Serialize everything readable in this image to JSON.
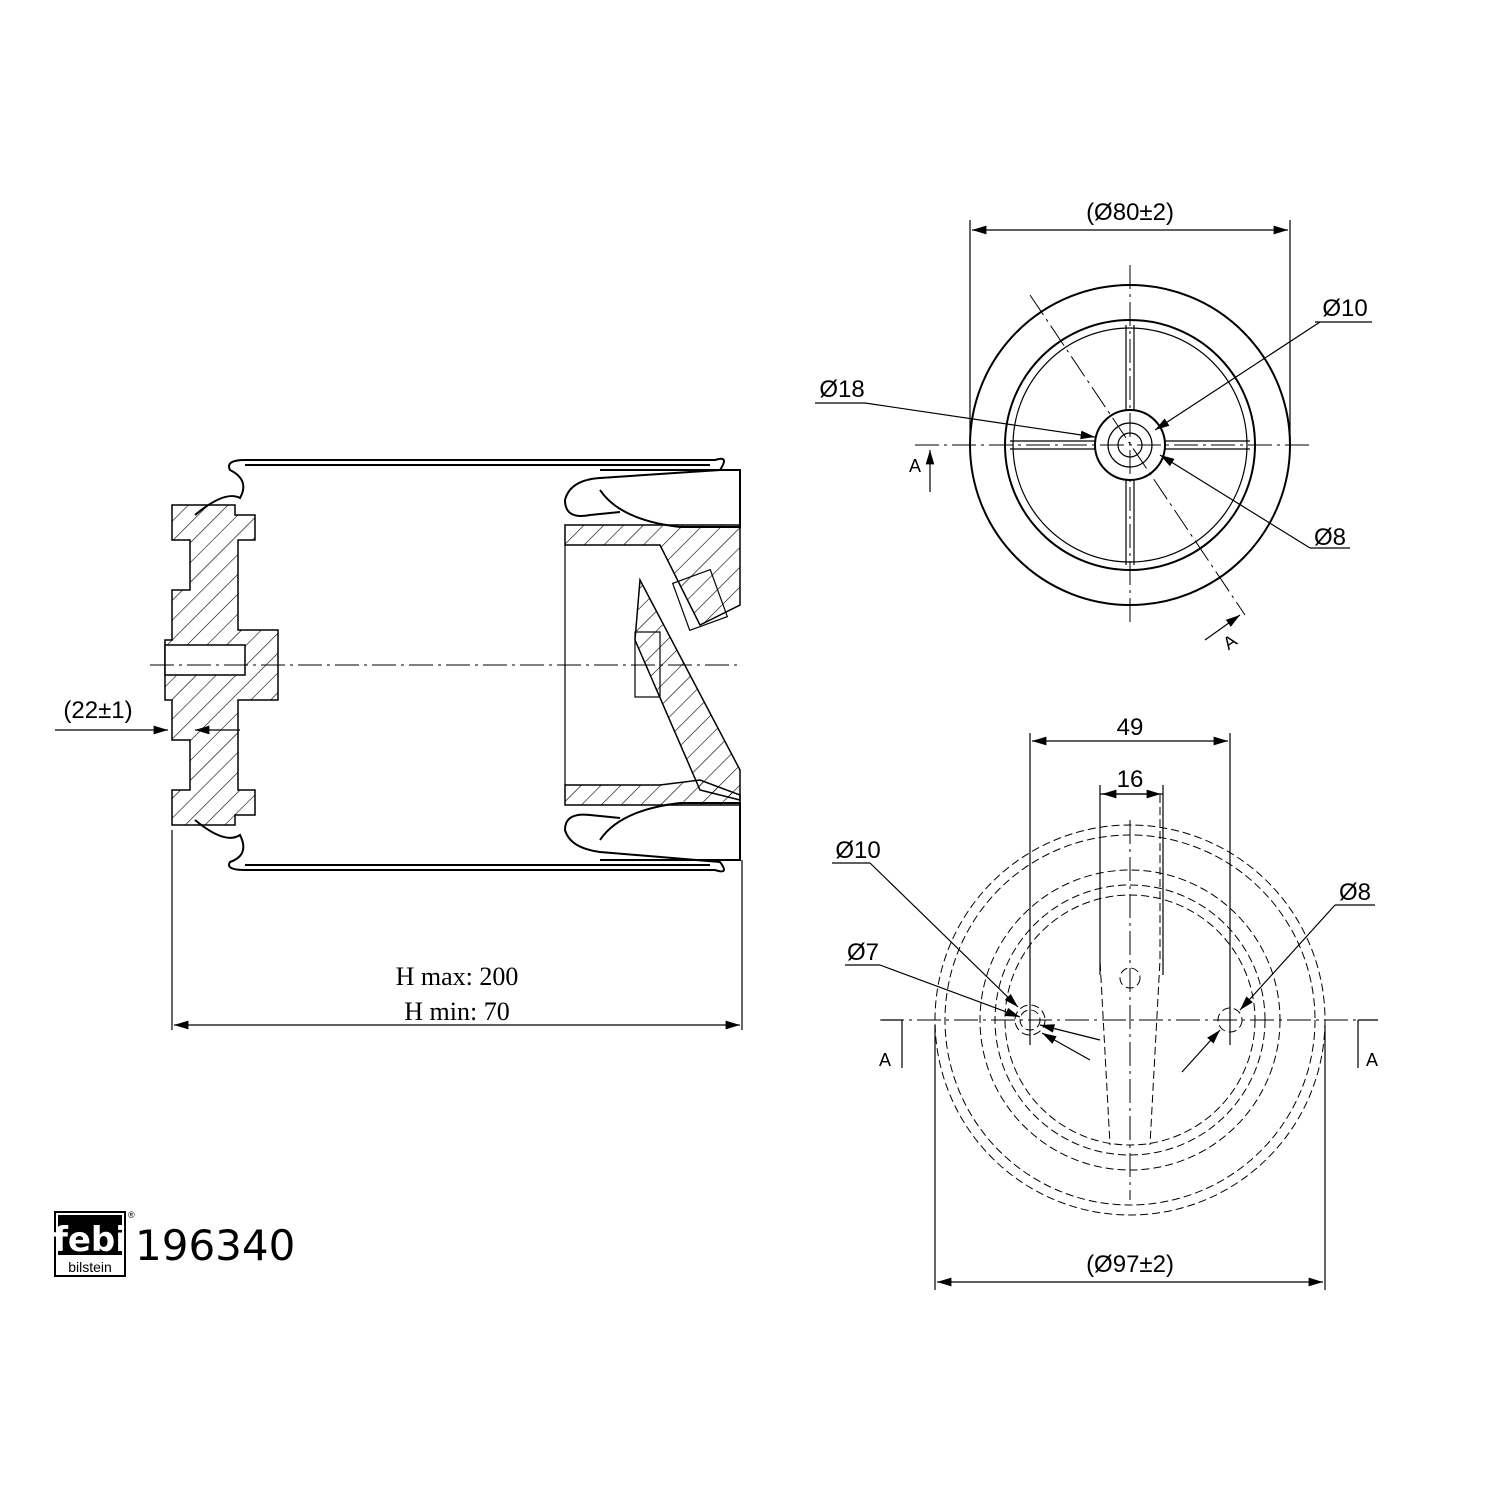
{
  "side_view": {
    "flange_dim": "(22±1)",
    "h_max": "H max: 200",
    "h_min": "H min: 70"
  },
  "top_view": {
    "outer_dia": "(Ø80±2)",
    "d10": "Ø10",
    "d18": "Ø18",
    "d8": "Ø8",
    "section_a1": "A",
    "section_a2": "A"
  },
  "bottom_view": {
    "w49": "49",
    "w16": "16",
    "d10": "Ø10",
    "d7": "Ø7",
    "d8": "Ø8",
    "outer_dia": "(Ø97±2)",
    "section_a1": "A",
    "section_a2": "A"
  },
  "logo": {
    "brand": "febi",
    "sub": "bilstein",
    "reg": "®"
  },
  "part_number": "196340"
}
